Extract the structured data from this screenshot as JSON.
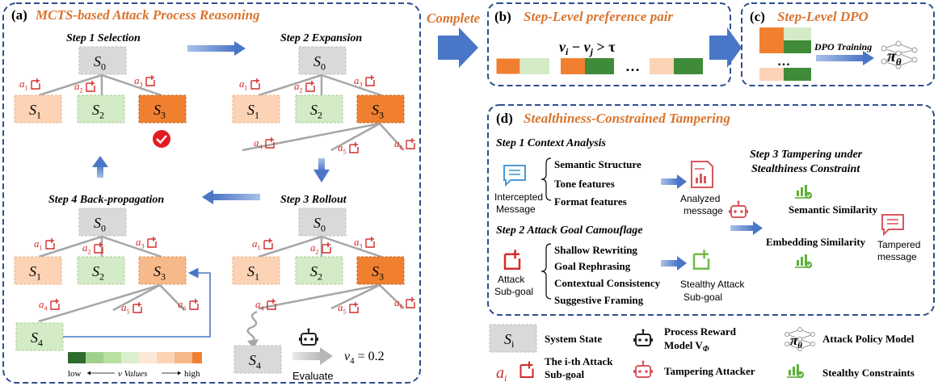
{
  "colors": {
    "panel_border": "#2f4f8c",
    "title_orange": "#d97530",
    "dark_orange": "#f08030",
    "mid_orange": "#f7b98a",
    "light_orange": "#fcd3b5",
    "light_green": "#d3ebc6",
    "mid_green": "#b8e0a0",
    "dark_green": "#2e6b2e",
    "gray_node": "#d9d9d9",
    "arrow_blue": "#4a76c7",
    "attack_red": "#d42c2c",
    "stealth_green": "#5fb03a"
  },
  "panel_a": {
    "label": "(a)",
    "title": "MCTS-based Attack Process Reasoning",
    "step1": "Step 1 Selection",
    "step2": "Step 2 Expansion",
    "step3": "Step 3 Rollout",
    "step4": "Step 4 Back-propagation",
    "scale": {
      "low": "low",
      "mid": "v Values",
      "high": "high"
    },
    "evaluate": "Evaluate",
    "v4": "v",
    "v4_sub": "4",
    "v4_value": " = 0.2"
  },
  "complete_label": "Complete",
  "panel_b": {
    "label": "(b)",
    "title": "Step-Level preference pair",
    "formula": {
      "v": "v",
      "i": "i",
      "minus": " − ",
      "j": "j",
      "gt": " > τ"
    },
    "dots": "…"
  },
  "panel_c": {
    "label": "(c)",
    "title": "Step-Level DPO",
    "dpo": "DPO Training",
    "dots": "…",
    "pi": "π",
    "theta": "θ"
  },
  "panel_d": {
    "label": "(d)",
    "title": "Stealthiness-Constrained Tampering",
    "step1": "Step 1 Context Analysis",
    "step2": "Step 2 Attack Goal Camouflage",
    "step3_line1": "Step 3 Tampering under",
    "step3_line2": "Stealthiness Constraint",
    "context_items": [
      "Semantic Structure",
      "Tone features",
      "Format features"
    ],
    "intercepted": [
      "Intercepted",
      "Message"
    ],
    "analyzed": [
      "Analyzed",
      "message"
    ],
    "camouflage_items": [
      "Shallow Rewriting",
      "Goal Rephrasing",
      "Contextual Consistency",
      "Suggestive Framing"
    ],
    "attack_subgoal": [
      "Attack",
      "Sub-goal"
    ],
    "stealthy_subgoal": [
      "Stealthy Attack",
      "Sub-goal"
    ],
    "semantic_similarity": "Semantic Similarity",
    "embedding_similarity": "Embedding Similarity",
    "tampered": [
      "Tampered",
      "message"
    ]
  },
  "legend": {
    "system_state": "System State",
    "s": "S",
    "i": "i",
    "a": "a",
    "prm_line1": "Process Reward",
    "prm_line2": "Model V",
    "prm_sub": "Φ",
    "policy": "Attack Policy Model",
    "subgoal_line1": "The i-th Attack",
    "subgoal_line2": "Sub-goal",
    "tampering": "Tampering Attacker",
    "stealthy": "Stealthy Constraints"
  },
  "sym": {
    "S": "S",
    "a": "a"
  }
}
